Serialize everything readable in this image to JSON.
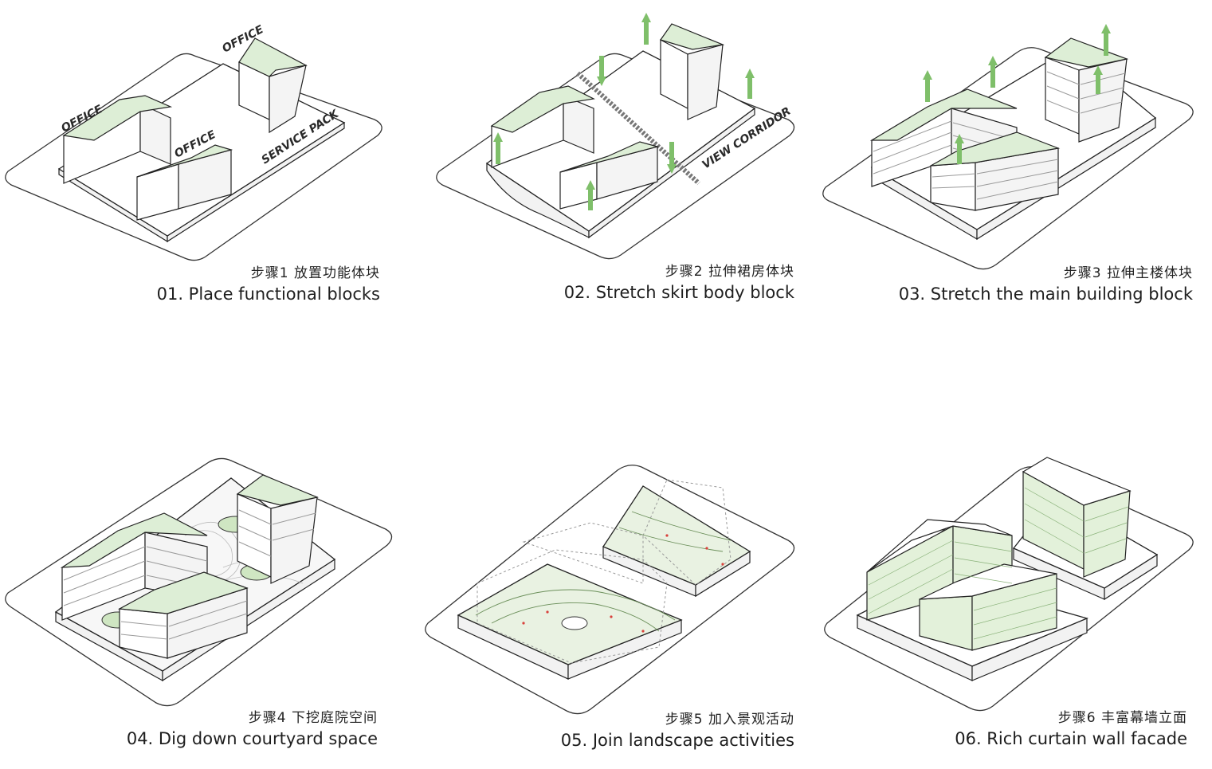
{
  "steps": [
    {
      "cn": "步骤1 放置功能体块",
      "en": "01. Place functional blocks"
    },
    {
      "cn": "步骤2 拉伸裙房体块",
      "en": "02. Stretch skirt body block"
    },
    {
      "cn": "步骤3 拉伸主楼体块",
      "en": "03. Stretch the main building block"
    },
    {
      "cn": "步骤4 下挖庭院空间",
      "en": "04. Dig down courtyard space"
    },
    {
      "cn": "步骤5 加入景观活动",
      "en": "05. Join landscape activities"
    },
    {
      "cn": "步骤6 丰富幕墙立面",
      "en": "06. Rich curtain wall facade"
    }
  ],
  "labels": {
    "office_left": "OFFICE",
    "office_top": "OFFICE",
    "office_mid": "OFFICE",
    "service": "SERVICE PACK",
    "view": "VIEW CORRIDOR"
  },
  "colors": {
    "roof": "#ddeed6",
    "arrow": "#7fbf6a",
    "line": "#222222"
  }
}
